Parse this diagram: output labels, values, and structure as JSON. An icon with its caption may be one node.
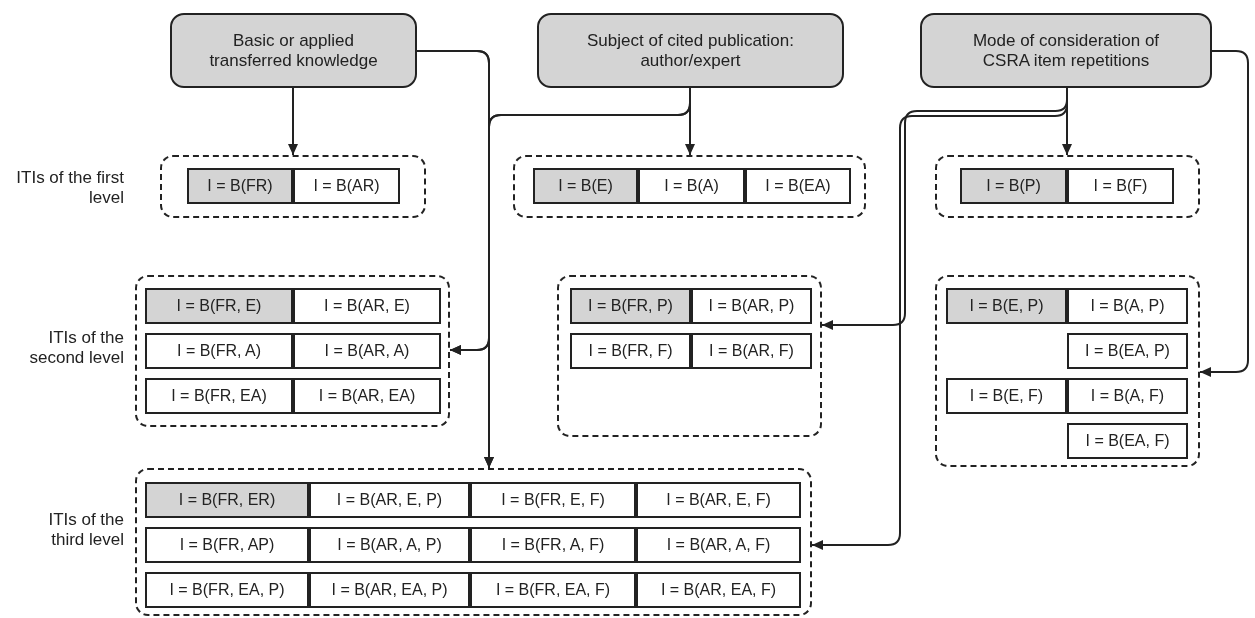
{
  "diagram": {
    "nodes": [
      {
        "text": [
          "Basic or applied transferred knowledge"
        ]
      },
      {
        "text": [
          "Subject of cited publication: author/expert"
        ]
      },
      {
        "text": [
          "Mode of consideration of CSRA item repetitions"
        ]
      },
      {
        "text": [],
        "shape": "box"
      },
      {
        "text": [
          "I = B(FR)"
        ],
        "in": 3
      },
      {
        "text": [
          "I = B(AR)"
        ],
        "in": 3
      },
      {
        "text": [],
        "shape": "box"
      },
      {
        "text": [
          "I = B(E)"
        ],
        "in": 6
      },
      {
        "text": [
          "I = B(A)"
        ],
        "in": 6
      },
      {
        "text": [
          "I = B(EA)"
        ],
        "in": 6
      },
      {
        "text": [],
        "shape": "box"
      },
      {
        "text": [
          "I = B(P)"
        ],
        "in": 10
      },
      {
        "text": [
          "I = B(F)"
        ],
        "in": 10
      },
      {
        "text": [],
        "shape": "box"
      },
      {
        "text": [
          "I = B(FR, E)"
        ],
        "in": 13
      },
      {
        "text": [
          "I = B(AR, E)"
        ],
        "in": 13
      },
      {
        "text": [
          "I = B(FR, A)"
        ],
        "in": 13
      },
      {
        "text": [
          "I = B(AR, A)"
        ],
        "in": 13
      },
      {
        "text": [
          "I = B(FR, EA)"
        ],
        "in": 13
      },
      {
        "text": [
          "I = B(AR, EA)"
        ],
        "in": 13
      },
      {
        "text": [],
        "shape": "box"
      },
      {
        "text": [
          "I = B(FR, P)"
        ],
        "in": 20
      },
      {
        "text": [
          "I = B(AR, P)"
        ],
        "in": 20
      },
      {
        "text": [
          "I = B(FR, F)"
        ],
        "in": 20
      },
      {
        "text": [
          "I = B(AR, F)"
        ],
        "in": 20
      },
      {
        "text": [],
        "shape": "box"
      },
      {
        "text": [
          "I = B(E, P)"
        ],
        "in": 25
      },
      {
        "text": [
          "I = B(A, P)"
        ],
        "in": 25
      },
      {
        "text": [
          "I = B(EA, P)"
        ],
        "in": 25
      },
      {
        "text": [
          "I = B(E, F)"
        ],
        "in": 25
      },
      {
        "text": [
          "I = B(A, F)"
        ],
        "in": 25
      },
      {
        "text": [
          "I = B(EA, F)"
        ],
        "in": 25
      },
      {
        "text": [],
        "shape": "box"
      },
      {
        "text": [
          "I = B(FR, ER)"
        ],
        "in": 32
      },
      {
        "text": [
          "I = B(AR, E, P)"
        ],
        "in": 32
      },
      {
        "text": [
          "I = B(FR, E, F)"
        ],
        "in": 32
      },
      {
        "text": [
          "I = B(AR, E, F)"
        ],
        "in": 32
      },
      {
        "text": [
          "I = B(FR, AP)"
        ],
        "in": 32
      },
      {
        "text": [
          "I = B(AR, A, P)"
        ],
        "in": 32
      },
      {
        "text": [
          "I = B(FR, A, F)"
        ],
        "in": 32
      },
      {
        "text": [
          "I = B(AR, A, F)"
        ],
        "in": 32
      },
      {
        "text": [
          "I = B(FR, EA, P)"
        ],
        "in": 32
      },
      {
        "text": [
          "I = B(AR, EA, P)"
        ],
        "in": 32
      },
      {
        "text": [
          "I = B(FR, EA, F)"
        ],
        "in": 32
      },
      {
        "text": [
          "I = B(AR, EA, F)"
        ],
        "in": 32
      }
    ],
    "edges": [
      {
        "from": 0,
        "to": 3,
        "arrow": "to"
      },
      {
        "from": 0,
        "to": 13,
        "arrow": "to"
      },
      {
        "from": 0,
        "to": 32,
        "arrow": "to"
      },
      {
        "from": 1,
        "to": 6,
        "arrow": "to"
      },
      {
        "from": 1,
        "to": 13,
        "arrow": "to"
      },
      {
        "from": 1,
        "to": 32,
        "arrow": "to"
      },
      {
        "from": 2,
        "to": 10,
        "arrow": "to"
      },
      {
        "from": 2,
        "to": 20,
        "arrow": "to"
      },
      {
        "from": 2,
        "to": 32,
        "arrow": "to"
      },
      {
        "from": 2,
        "to": 25,
        "arrow": "to"
      }
    ],
    "labels": [
      "ITIs of the first level",
      "ITIs of the second level",
      "ITIs of the third level"
    ]
  }
}
